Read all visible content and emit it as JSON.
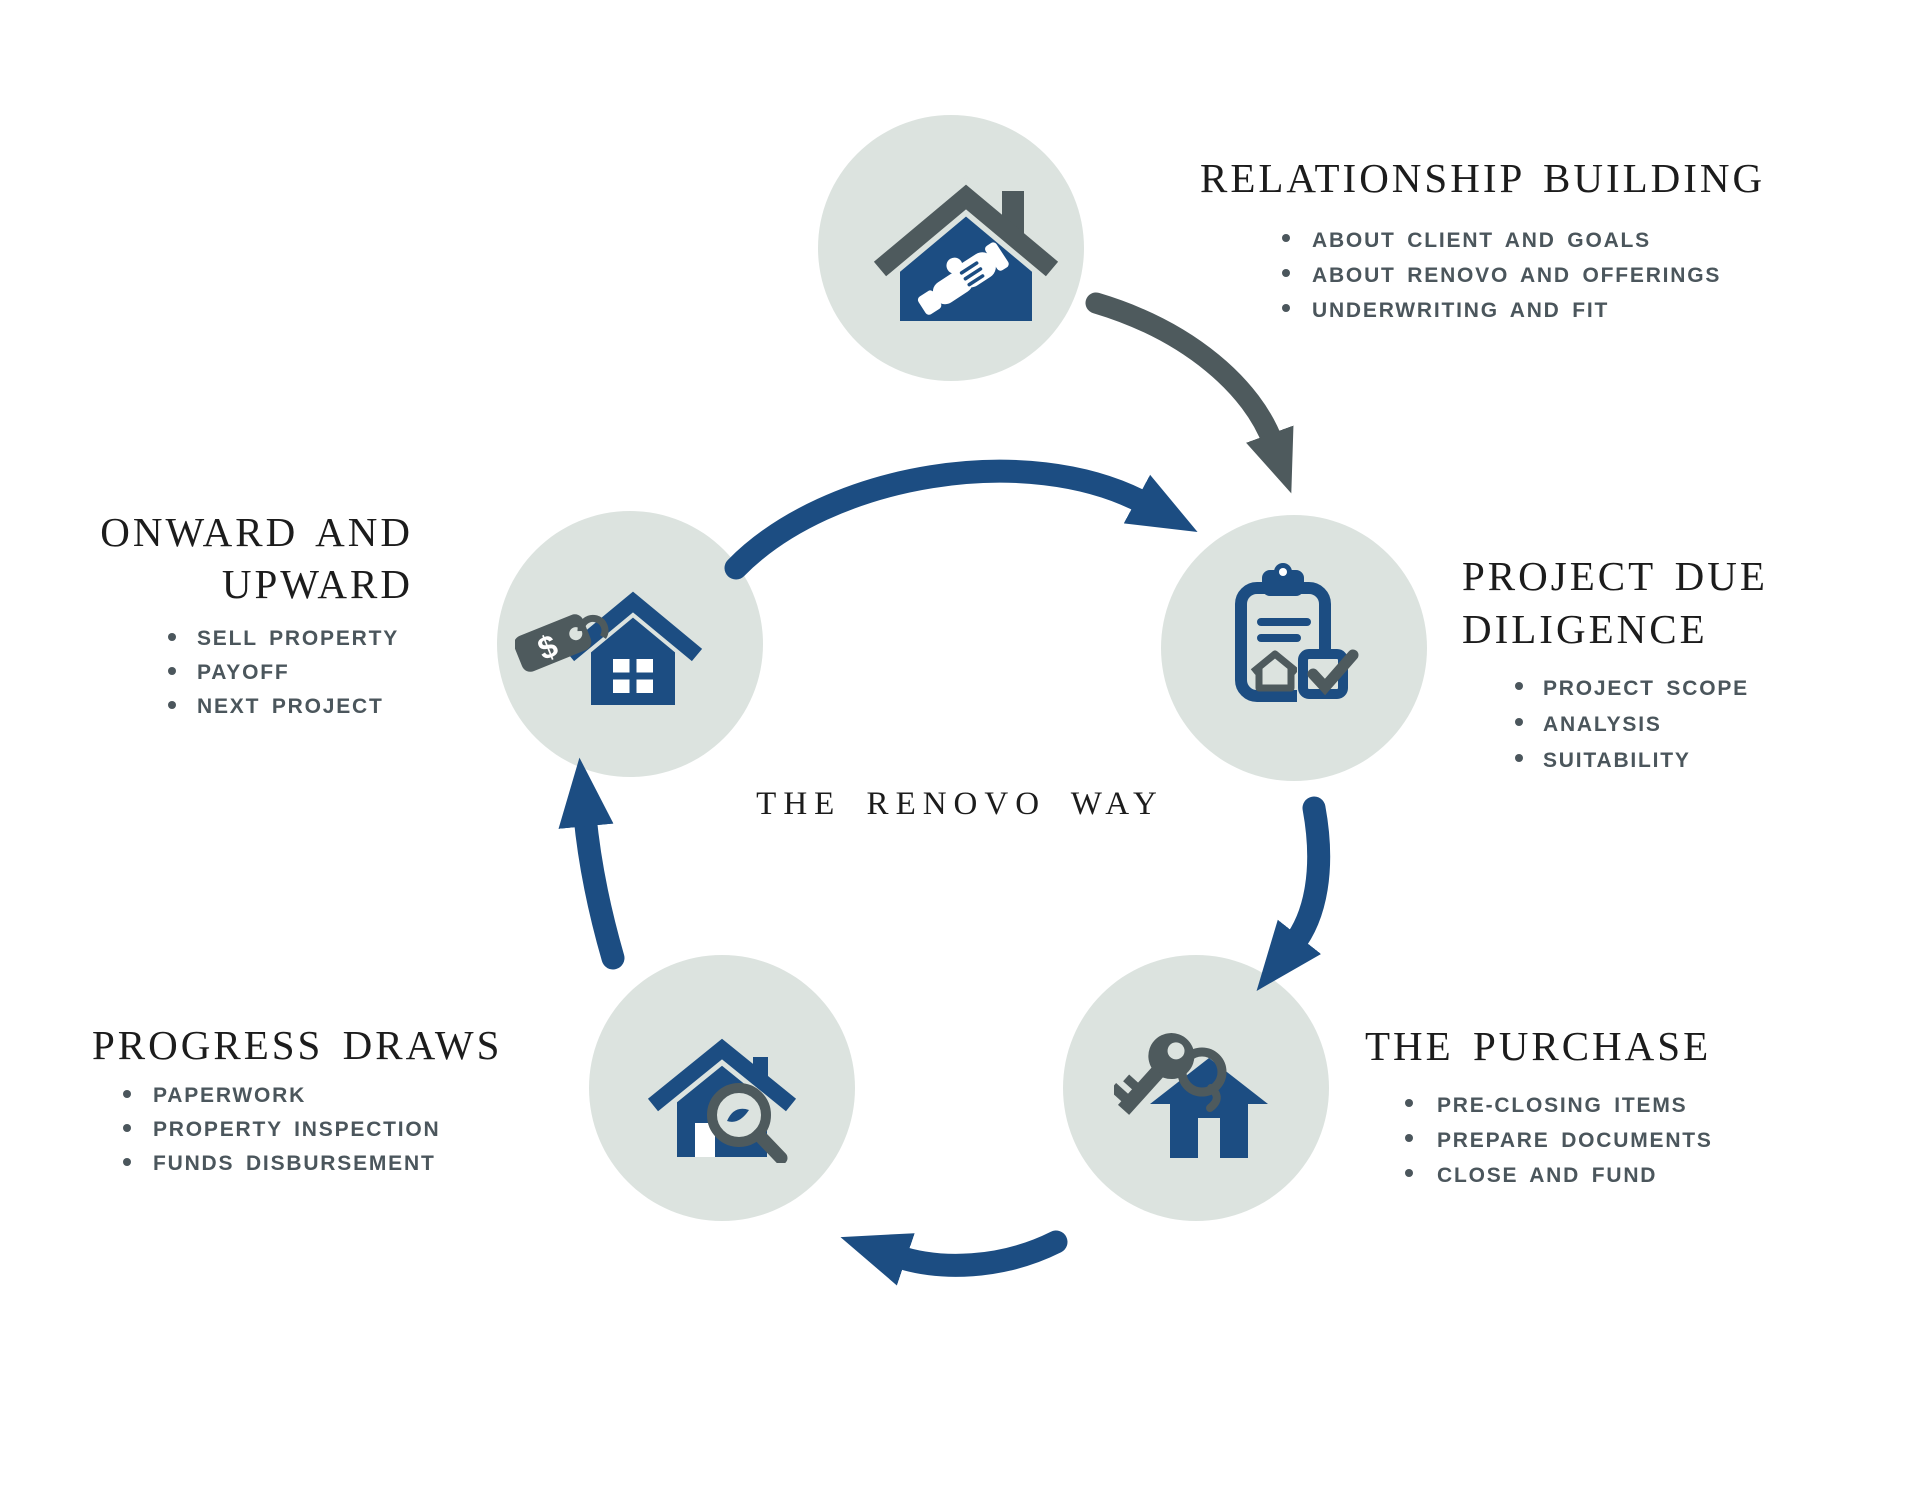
{
  "colors": {
    "accent_blue": "#1c4d82",
    "slate_gray": "#4e5a5d",
    "circle_background": "#dce3df",
    "title_text": "#1c1c1c",
    "bullet_text": "#4b565c"
  },
  "center_title": "THE RENOVO WAY",
  "stages": [
    {
      "id": "relationship-building",
      "icon": "house-handshake-icon",
      "title_lines": [
        "RELATIONSHIP BUILDING"
      ],
      "items": [
        "ABOUT CLIENT AND GOALS",
        "ABOUT RENOVO AND OFFERINGS",
        "UNDERWRITING AND FIT"
      ]
    },
    {
      "id": "project-due-diligence",
      "icon": "clipboard-checklist-icon",
      "title_lines": [
        "PROJECT DUE",
        "DILIGENCE"
      ],
      "items": [
        "PROJECT SCOPE",
        "ANALYSIS",
        "SUITABILITY"
      ]
    },
    {
      "id": "the-purchase",
      "icon": "key-house-icon",
      "title_lines": [
        "THE PURCHASE"
      ],
      "items": [
        "PRE-CLOSING ITEMS",
        "PREPARE DOCUMENTS",
        "CLOSE AND FUND"
      ]
    },
    {
      "id": "progress-draws",
      "icon": "house-inspection-icon",
      "title_lines": [
        "PROGRESS DRAWS"
      ],
      "items": [
        "PAPERWORK",
        "PROPERTY INSPECTION",
        "FUNDS DISBURSEMENT"
      ]
    },
    {
      "id": "onward-and-upward",
      "icon": "house-price-tag-icon",
      "title_lines": [
        "ONWARD AND",
        "UPWARD"
      ],
      "items": [
        "SELL PROPERTY",
        "PAYOFF",
        "NEXT PROJECT"
      ],
      "tag_symbol": "$"
    }
  ]
}
